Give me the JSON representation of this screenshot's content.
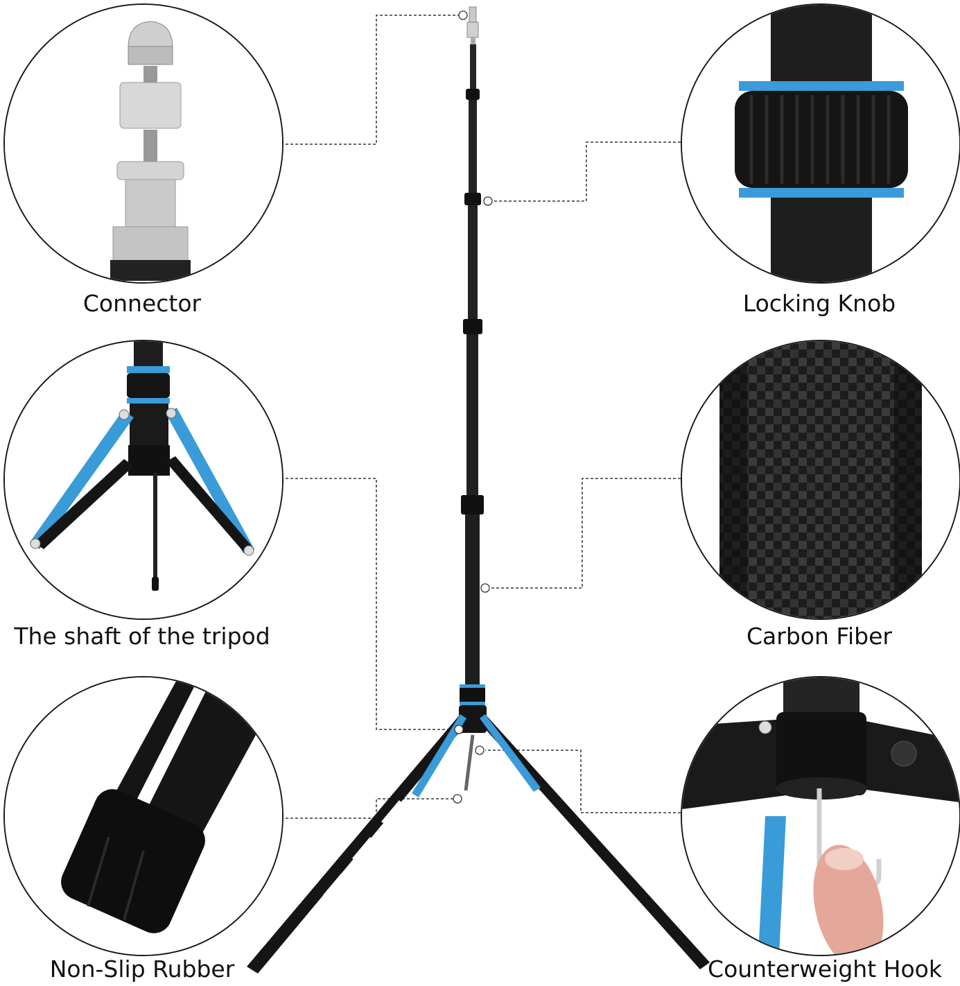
{
  "captions": {
    "connector": "Connector",
    "locking_knob": "Locking Knob",
    "shaft": "The shaft of the tripod",
    "carbon_fiber": "Carbon Fiber",
    "rubber": "Non-Slip Rubber",
    "hook": "Counterweight Hook"
  },
  "colors": {
    "accent_blue": "#3a9bd9",
    "carbon_dark": "#1e1e1e",
    "metal": "#c8c8c8"
  }
}
